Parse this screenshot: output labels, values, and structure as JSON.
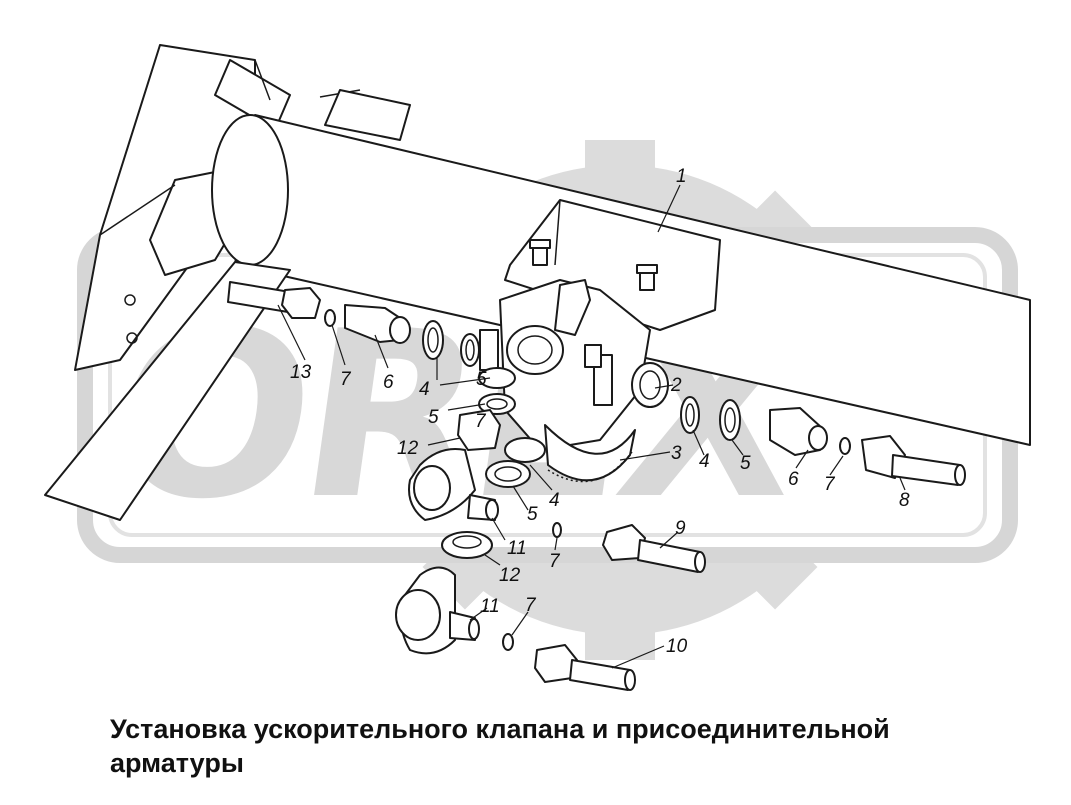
{
  "caption": "Установка ускорительного клапана и присоединительной арматуры",
  "watermark": "OREX",
  "colors": {
    "line": "#1a1a1a",
    "watermark": "#d8d8d8",
    "background": "#ffffff"
  },
  "callouts": [
    "1",
    "2",
    "3",
    "4",
    "4",
    "4",
    "5",
    "5",
    "5",
    "5",
    "6",
    "6",
    "7",
    "7",
    "7",
    "7",
    "7",
    "8",
    "9",
    "10",
    "11",
    "11",
    "12",
    "12",
    "13"
  ]
}
